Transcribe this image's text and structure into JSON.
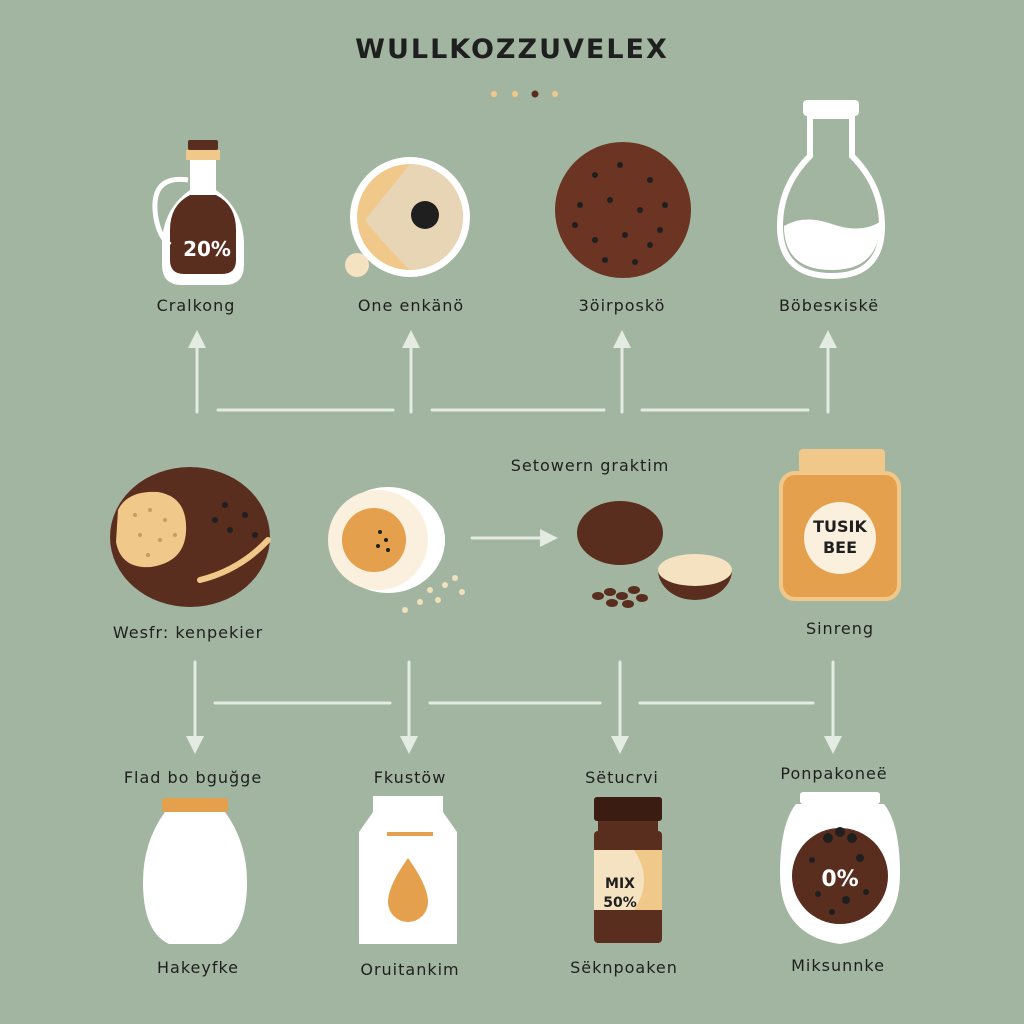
{
  "diagram": {
    "title": "WULLKOZZUVELEX",
    "top_row": [
      {
        "label": "Cralkong",
        "icon": "syrup-bottle-icon",
        "badge": "20%"
      },
      {
        "label": "One enkänö",
        "icon": "egg-half-icon"
      },
      {
        "label": "3öirposkö",
        "icon": "chocolate-cookie-icon"
      },
      {
        "label": "Böbesкiskë",
        "icon": "milk-flask-icon"
      }
    ],
    "middle_row": {
      "process_label": "Setowern graktim",
      "items": [
        {
          "label": "Wesfr: kenpekier",
          "icon": "bread-loaf-icon"
        },
        {
          "label": "",
          "icon": "boiled-egg-icon"
        },
        {
          "label": "",
          "icon": "nuts-icon"
        },
        {
          "label": "Sinreng",
          "icon": "honey-jar-icon",
          "jar_text_1": "TUSIK",
          "jar_text_2": "BEE"
        }
      ]
    },
    "bottom_row": [
      {
        "top_label": "Flad bo bguğge",
        "label": "Hakeyfke",
        "icon": "milk-jug-icon"
      },
      {
        "top_label": "Fkustöw",
        "label": "Oruitankim",
        "icon": "oil-carton-icon"
      },
      {
        "top_label": "Sëtucrvi",
        "label": "Sëknpoaken",
        "icon": "mix-bottle-icon",
        "bottle_text_1": "MIX",
        "bottle_text_2": "50%"
      },
      {
        "top_label": "Ponpakoneë",
        "label": "Miksunnke",
        "icon": "choc-chip-jar-icon",
        "badge": "0%"
      }
    ]
  },
  "colors": {
    "background": "#a2b5a0",
    "dark_brown": "#5a2e1e",
    "cream": "#f0c98a",
    "orange": "#e4a04c",
    "white": "#ffffff",
    "arrow": "#e3ebe2"
  }
}
